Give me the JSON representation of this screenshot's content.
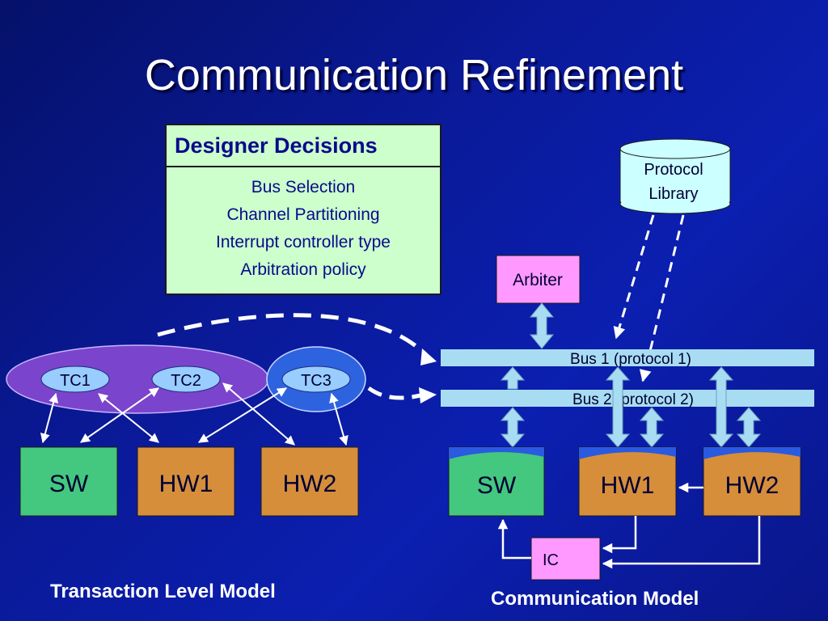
{
  "title": "Communication Refinement",
  "decisions": {
    "header": "Designer Decisions",
    "items": [
      "Bus Selection",
      "Channel Partitioning",
      "Interrupt controller type",
      "Arbitration policy"
    ]
  },
  "tlm": {
    "channels": [
      "TC1",
      "TC2",
      "TC3"
    ],
    "components": [
      "SW",
      "HW1",
      "HW2"
    ],
    "caption": "Transaction Level Model"
  },
  "cm": {
    "library": "Protocol Library",
    "library_lines": [
      "Protocol",
      "Library"
    ],
    "arbiter": "Arbiter",
    "bus1": "Bus 1 (protocol 1)",
    "bus2": "Bus 2 (protocol 2)",
    "components": [
      "SW",
      "HW1",
      "HW2"
    ],
    "ic": "IC",
    "caption": "Communication Model"
  },
  "colors": {
    "background": "#0a1a9a",
    "decision_box": "#ccffcc",
    "tc_ellipse": "#7b44cc",
    "tc3_ellipse": "#2e63e0",
    "channel_node": "#99ccff",
    "bus": "#a8dcf2",
    "sw_box": "#44c77f",
    "hw_box": "#d68e3a",
    "arbiter": "#ff99ff",
    "ic": "#ff99ff",
    "library": "#ccffff"
  }
}
